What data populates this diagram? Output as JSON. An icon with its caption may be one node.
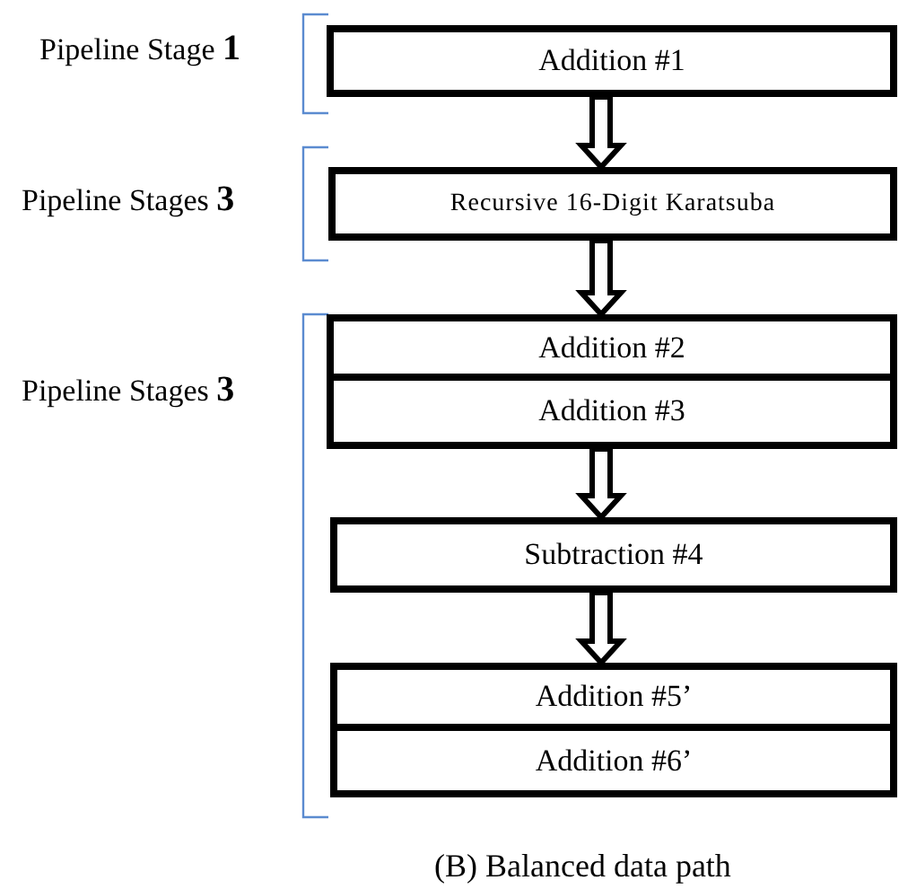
{
  "diagram": {
    "caption": "(B) Balanced data path",
    "nodes": [
      {
        "text": [
          "Addition #1"
        ]
      },
      {
        "text": [
          "Recursive 16-Digit Karatsuba"
        ]
      },
      {
        "text": [
          "Addition #2"
        ]
      },
      {
        "text": [
          "Addition #3"
        ]
      },
      {
        "text": [
          "Subtraction #4"
        ]
      },
      {
        "text": [
          "Addition #5’"
        ]
      },
      {
        "text": [
          "Addition #6’"
        ]
      }
    ],
    "edges": [
      {
        "from": 0,
        "to": 1,
        "arrow": "to"
      },
      {
        "from": 1,
        "to": 2,
        "arrow": "to"
      },
      {
        "from": 3,
        "to": 4,
        "arrow": "to"
      },
      {
        "from": 4,
        "to": 5,
        "arrow": "to"
      }
    ],
    "labels": [
      "Pipeline Stage **1**",
      "Pipeline Stages **3**",
      "Pipeline Stages **3**"
    ]
  }
}
